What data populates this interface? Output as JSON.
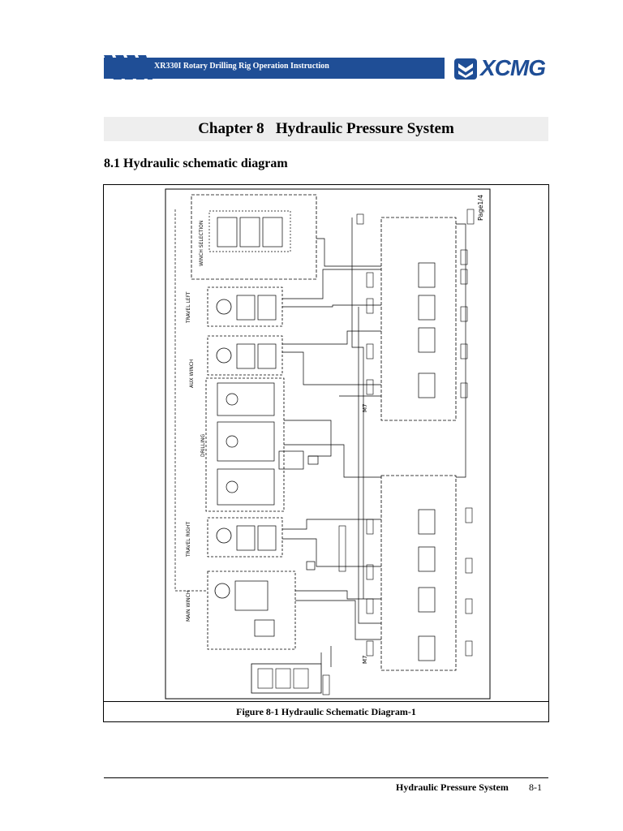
{
  "header": {
    "title": "XR330I Rotary Drilling Rig Operation Instruction",
    "brand": "XCMG",
    "brand_color": "#1f4e96"
  },
  "chapter": {
    "title": "Chapter 8   Hydraulic Pressure System"
  },
  "section": {
    "title": "8.1 Hydraulic schematic diagram"
  },
  "figure": {
    "page_label": "Page1/4",
    "labels": {
      "winch_selection": "WINCH SELECTION",
      "travel_left": "TRAVEL LEFT",
      "aux_winch": "AUX WINCH",
      "drilling": "DRILLING",
      "travel_right": "TRAVEL RIGHT",
      "main_winch": "MAIN WINCH",
      "valve_upper": "M7",
      "valve_lower": "M7"
    },
    "caption": "Figure 8-1 Hydraulic Schematic Diagram-1"
  },
  "footer": {
    "title": "Hydraulic Pressure System",
    "page": "8-1"
  }
}
